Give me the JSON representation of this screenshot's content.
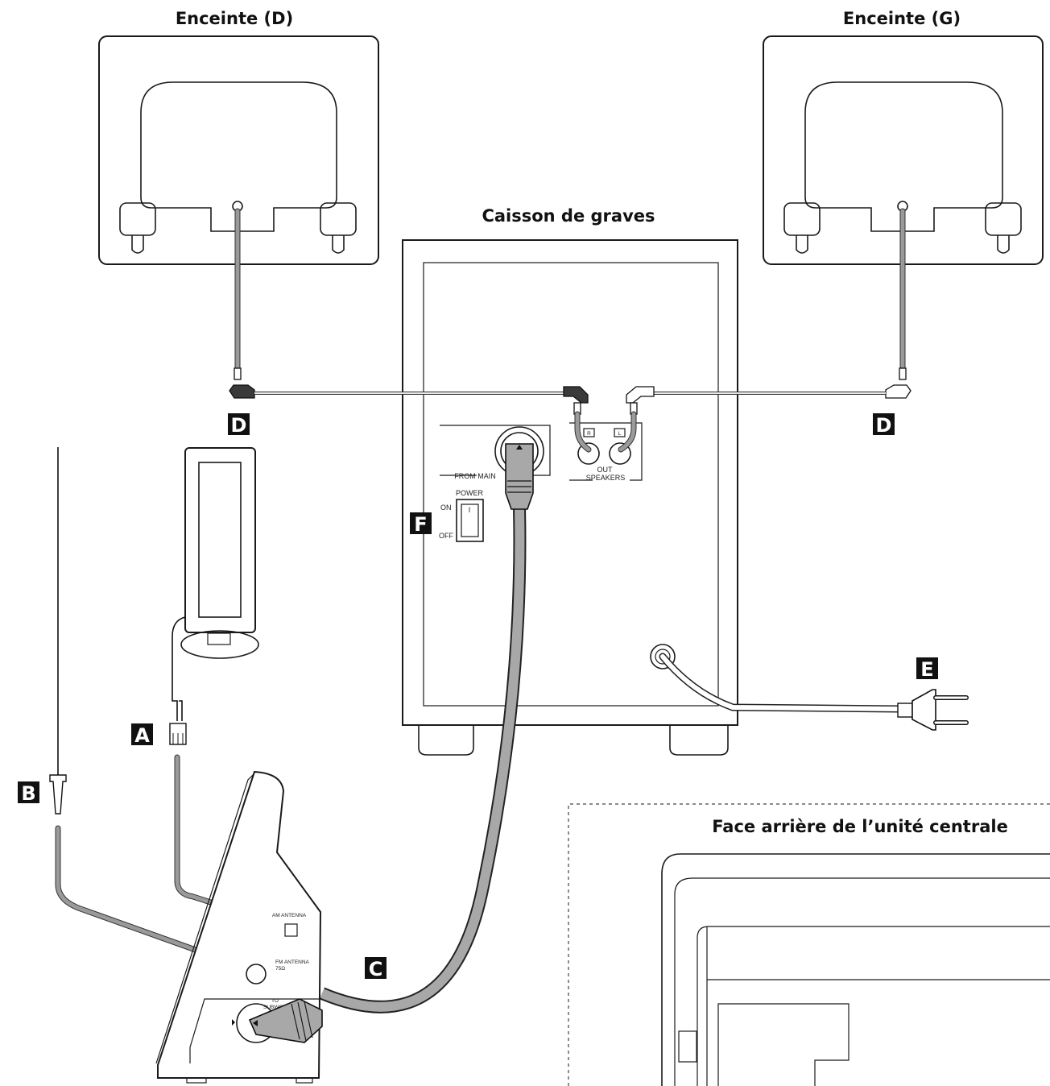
{
  "titles": {
    "speaker_right": "Enceinte (D)",
    "speaker_left": "Enceinte (G)",
    "subwoofer": "Caisson de graves",
    "main_unit_rear": "Face arrière de l’unité centrale"
  },
  "badges": {
    "a": "A",
    "b": "B",
    "c": "C",
    "d_left": "D",
    "d_right": "D",
    "e": "E",
    "f": "F"
  },
  "subwoofer_panel": {
    "from_main": "FROM MAIN",
    "power": "POWER",
    "on": "ON",
    "off": "OFF",
    "switch_mark": "I",
    "jack_r": "R",
    "jack_l": "L",
    "out": "OUT",
    "speakers": "SPEAKERS"
  },
  "main_unit_side": {
    "am_antenna": "AM ANTENNA",
    "fm_antenna_line1": "FM ANTENNA",
    "fm_antenna_line2": "75Ω",
    "to_line1": "TO",
    "to_line2": "SUBWOOFER"
  }
}
